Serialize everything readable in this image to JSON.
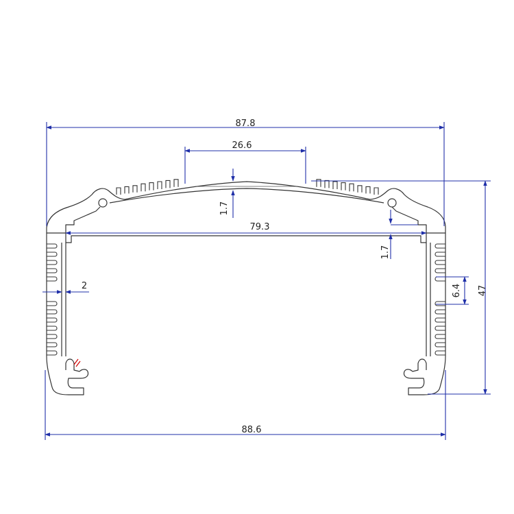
{
  "colors": {
    "background": "#ffffff",
    "profile_outline": "#333333",
    "dimension_lines": "#1f2fa8",
    "dimension_text": "#222222",
    "accent": "#d00000"
  },
  "dimensions": {
    "overall_top_width": "87.8",
    "top_flat_width": "26.6",
    "inner_width": "79.3",
    "cover_thickness": "1.7",
    "slot_depth": "1.7",
    "side_wall": "2",
    "fin_gap": "6.4",
    "overall_height": "47",
    "overall_bottom_width": "88.6"
  }
}
